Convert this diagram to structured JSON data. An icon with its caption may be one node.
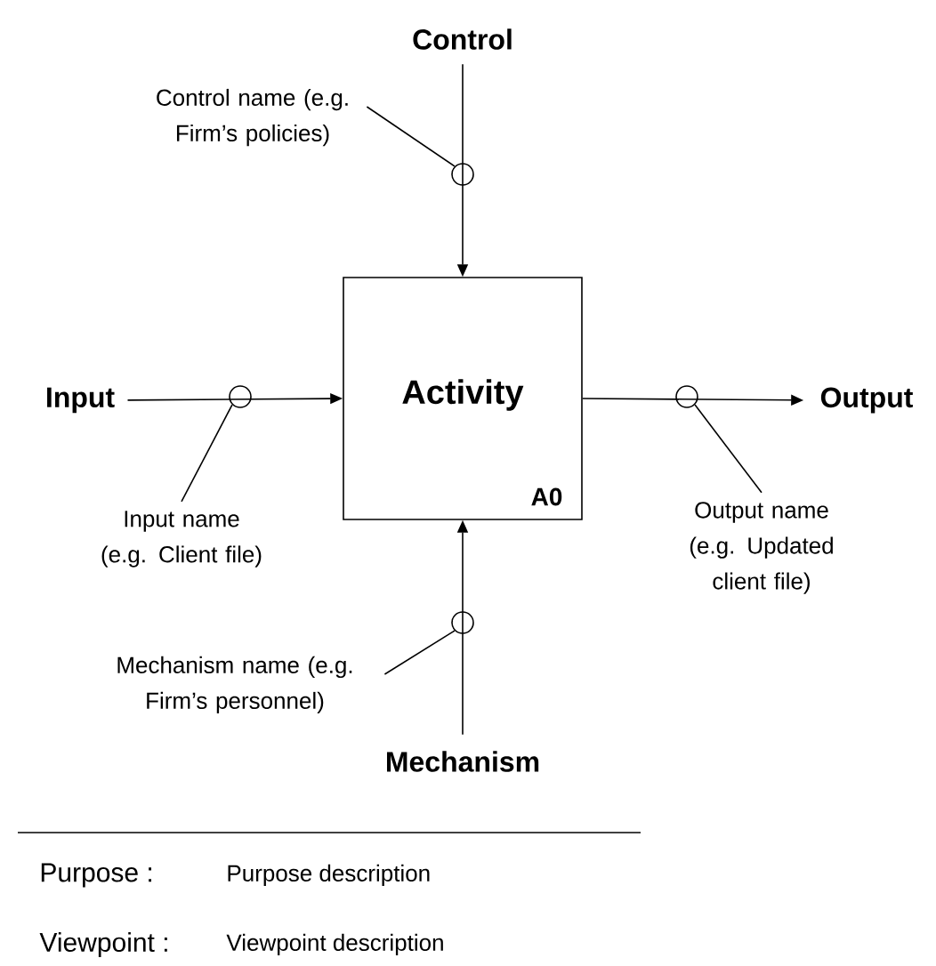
{
  "diagram": {
    "nodes": [
      {
        "text": [
          "Activity",
          "A0"
        ]
      },
      {
        "text": [
          "Control"
        ]
      },
      {
        "text": [
          "Input"
        ]
      },
      {
        "text": [
          "Output"
        ]
      },
      {
        "text": [
          "Mechanism"
        ]
      },
      {
        "text": [
          "Control name (e.g. Firm’s policies)"
        ]
      },
      {
        "text": [
          "Input name (e.g. Client file)"
        ]
      },
      {
        "text": [
          "Output name (e.g. Updated client file)"
        ]
      },
      {
        "text": [
          "Mechanism name (e.g. Firm’s personnel)"
        ]
      },
      {
        "text": [],
        "shape": "circle"
      },
      {
        "text": [],
        "shape": "circle"
      },
      {
        "text": [],
        "shape": "circle"
      },
      {
        "text": [],
        "shape": "circle"
      }
    ],
    "edges": [
      {
        "from": 1,
        "to": 0,
        "arrow": "to"
      },
      {
        "from": 2,
        "to": 0,
        "arrow": "to"
      },
      {
        "from": 0,
        "to": 3,
        "arrow": "to"
      },
      {
        "from": 4,
        "to": 0,
        "arrow": "to"
      },
      {
        "from": 5,
        "to": 9,
        "arrow": "none"
      },
      {
        "from": 6,
        "to": 10,
        "arrow": "none"
      },
      {
        "from": 7,
        "to": 11,
        "arrow": "none"
      },
      {
        "from": 8,
        "to": 12,
        "arrow": "none"
      }
    ],
    "labels": [
      "Purpose :",
      "Purpose description",
      "Viewpoint :",
      "Viewpoint description"
    ]
  }
}
